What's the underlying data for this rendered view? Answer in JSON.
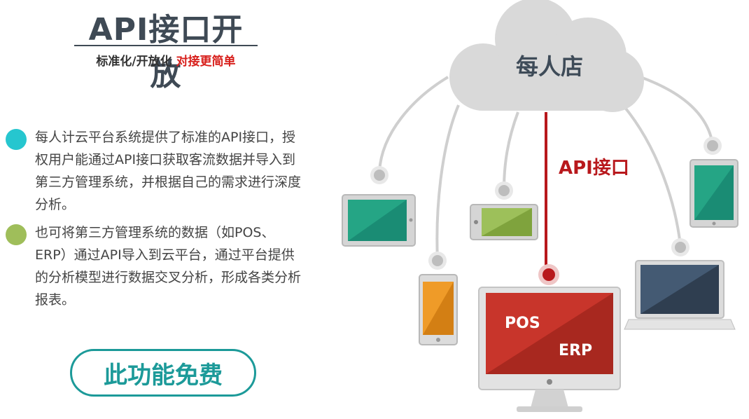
{
  "header": {
    "title": "API接口开放",
    "subtitle_main": "标准化/开放化 ",
    "subtitle_highlight": "对接更简单"
  },
  "bullets": [
    {
      "text": "每人计云平台系统提供了标准的API接口，授权用户能通过API接口获取客流数据并导入到第三方管理系统，并根据自己的需求进行深度分析。",
      "color": "#26c6cf"
    },
    {
      "text": "也可将第三方管理系统的数据（如POS、ERP）通过API导入到云平台，通过平台提供的分析模型进行数据交叉分析，形成各类分析报表。",
      "color": "#9fbe5a"
    }
  ],
  "cta": {
    "label": "此功能免费"
  },
  "diagram": {
    "cloud_label": "每人店",
    "api_label": "API接口",
    "monitor_text_1": "POS",
    "monitor_text_2": "ERP",
    "colors": {
      "api_line": "#b8181c",
      "cloud": "#d9d9d9",
      "teal": "#1f9e86",
      "green": "#8fb14c",
      "orange": "#ee8f1f",
      "red": "#c8352b",
      "navy": "#3e5066"
    }
  }
}
